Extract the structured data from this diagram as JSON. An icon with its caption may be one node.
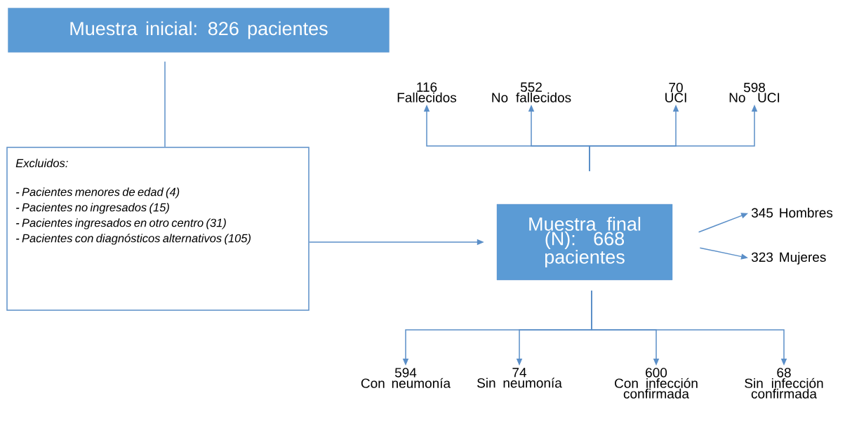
{
  "diagram": {
    "nodes": [
      {
        "text": [
          "Muestra inicial: 826 pacientes"
        ]
      },
      {
        "text": [
          "Excluidos:",
          "- Pacientes menores de edad (4)",
          "- Pacientes no ingresados (15)",
          "- Pacientes ingresados en otro centro (31)",
          "- Pacientes con diagnósticos alternativos (105)"
        ]
      },
      {
        "text": [
          "Muestra final (N): 668 pacientes"
        ]
      },
      {
        "text": [
          "116",
          "Fallecidos"
        ]
      },
      {
        "text": [
          "552",
          "No fallecidos"
        ]
      },
      {
        "text": [
          "70",
          "UCI"
        ]
      },
      {
        "text": [
          "598",
          "No UCI"
        ]
      },
      {
        "text": [
          "345 Hombres"
        ]
      },
      {
        "text": [
          "323 Mujeres"
        ]
      },
      {
        "text": [
          "594",
          "Con neumonía"
        ]
      },
      {
        "text": [
          "74",
          "Sin neumonía"
        ]
      },
      {
        "text": [
          "600",
          "Con infección confirmada"
        ]
      },
      {
        "text": [
          "68",
          "Sin infección confirmada"
        ]
      }
    ],
    "edges": [
      {
        "from": 0,
        "to": 1,
        "arrow": "none"
      },
      {
        "from": 1,
        "to": 2,
        "arrow": "to"
      },
      {
        "from": 2,
        "to": 3,
        "arrow": "to"
      },
      {
        "from": 2,
        "to": 4,
        "arrow": "to"
      },
      {
        "from": 2,
        "to": 5,
        "arrow": "to"
      },
      {
        "from": 2,
        "to": 6,
        "arrow": "to"
      },
      {
        "from": 2,
        "to": 7,
        "arrow": "to"
      },
      {
        "from": 2,
        "to": 8,
        "arrow": "to"
      },
      {
        "from": 2,
        "to": 9,
        "arrow": "to"
      },
      {
        "from": 2,
        "to": 10,
        "arrow": "to"
      },
      {
        "from": 2,
        "to": 11,
        "arrow": "to"
      },
      {
        "from": 2,
        "to": 12,
        "arrow": "to"
      }
    ]
  }
}
